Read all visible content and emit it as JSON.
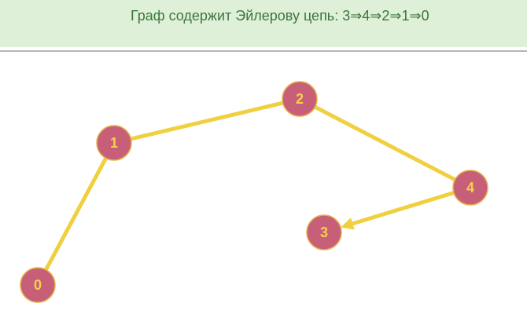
{
  "banner": {
    "message": "Граф содержит Эйлерову цепь: 3⇒4⇒2⇒1⇒0"
  },
  "graph": {
    "nodes": [
      {
        "id": "0",
        "label": "0"
      },
      {
        "id": "1",
        "label": "1"
      },
      {
        "id": "2",
        "label": "2"
      },
      {
        "id": "3",
        "label": "3"
      },
      {
        "id": "4",
        "label": "4"
      }
    ],
    "edges": [
      {
        "from": "0",
        "to": "1",
        "directed": false
      },
      {
        "from": "1",
        "to": "2",
        "directed": false
      },
      {
        "from": "2",
        "to": "4",
        "directed": false
      },
      {
        "from": "4",
        "to": "3",
        "directed": true
      }
    ]
  },
  "colors": {
    "banner_bg": "#dff0d8",
    "banner_text": "#3c763d",
    "node_fill": "#c85f78",
    "node_stroke": "#e8b048",
    "node_label": "#f3d24a",
    "edge": "#f0d040"
  }
}
